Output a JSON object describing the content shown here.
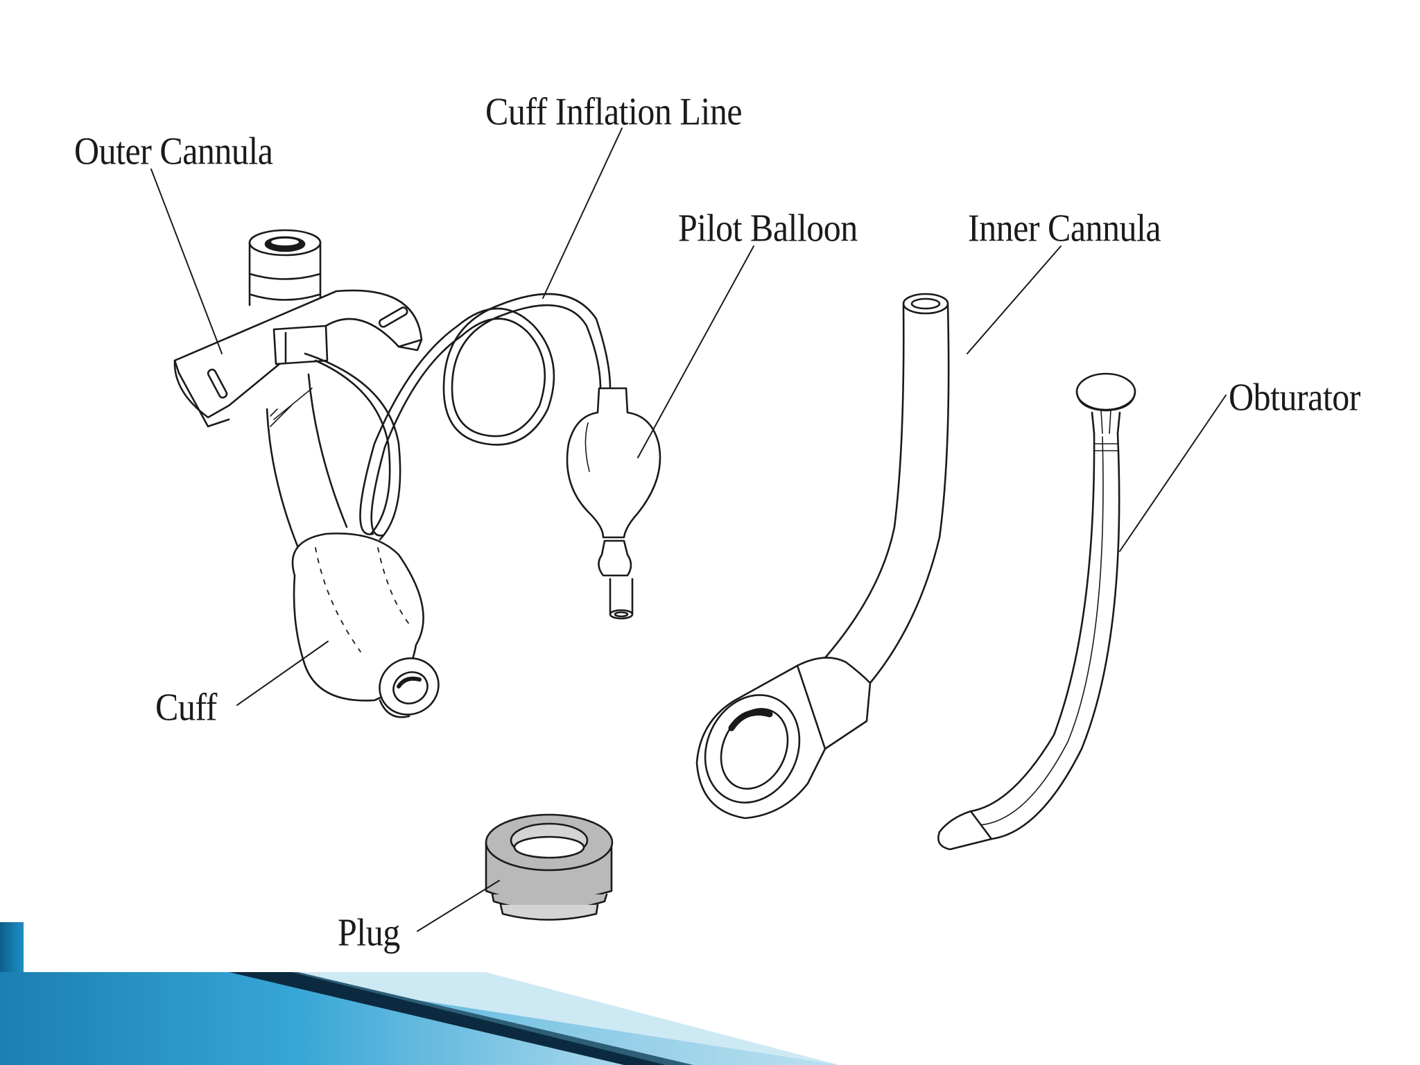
{
  "diagram": {
    "labels": {
      "cuff_inflation_line": "Cuff Inflation Line",
      "outer_cannula": "Outer Cannula",
      "pilot_balloon": "Pilot Balloon",
      "inner_cannula": "Inner Cannula",
      "obturator": "Obturator",
      "cuff": "Cuff",
      "plug": "Plug"
    }
  },
  "colors": {
    "line": "#1a1a1a",
    "plug_fill": "#b9b9b9",
    "band_dark": "#0b2a3f",
    "band_blue": "#1f8fc4",
    "band_light": "#d9edf7"
  }
}
